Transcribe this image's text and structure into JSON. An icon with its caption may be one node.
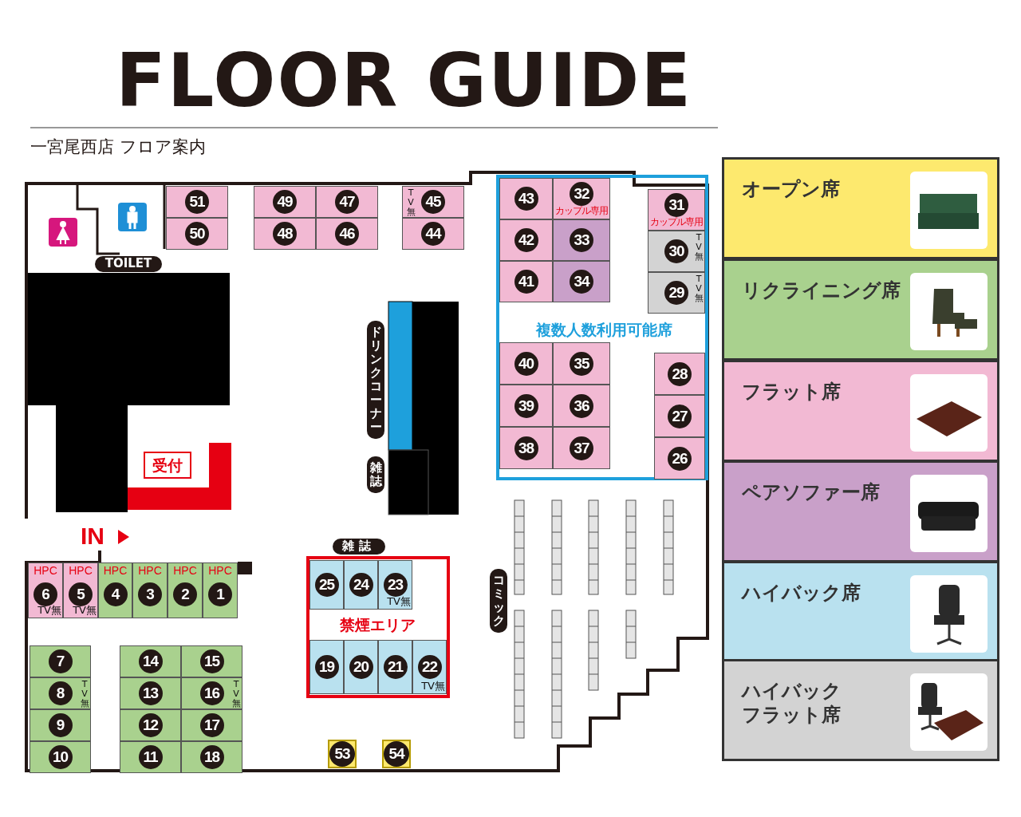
{
  "diagram": {
    "title": "FLOOR GUIDE",
    "nodes": [
      {
        "text": [
          "51"
        ]
      },
      {
        "text": [
          "49"
        ]
      },
      {
        "text": [
          "47"
        ]
      },
      {
        "text": [
          "TV無",
          "45"
        ]
      },
      {
        "text": [
          "50"
        ]
      },
      {
        "text": [
          "48"
        ]
      },
      {
        "text": [
          "46"
        ]
      },
      {
        "text": [
          "44"
        ]
      },
      {
        "text": [
          "複数人数利用可能席"
        ]
      },
      {
        "text": [
          "43"
        ],
        "in": 8
      },
      {
        "text": [
          "32",
          "カップル専用"
        ],
        "in": 8
      },
      {
        "text": [
          "31",
          "カップル専用"
        ],
        "in": 8
      },
      {
        "text": [
          "42"
        ],
        "in": 8
      },
      {
        "text": [
          "33"
        ],
        "in": 8
      },
      {
        "text": [
          "30",
          "TV無"
        ],
        "in": 8
      },
      {
        "text": [
          "41"
        ],
        "in": 8
      },
      {
        "text": [
          "34"
        ],
        "in": 8
      },
      {
        "text": [
          "29",
          "TV無"
        ],
        "in": 8
      },
      {
        "text": [
          "40"
        ],
        "in": 8
      },
      {
        "text": [
          "35"
        ],
        "in": 8
      },
      {
        "text": [
          "28"
        ],
        "in": 8
      },
      {
        "text": [
          "39"
        ],
        "in": 8
      },
      {
        "text": [
          "36"
        ],
        "in": 8
      },
      {
        "text": [
          "27"
        ],
        "in": 8
      },
      {
        "text": [
          "38"
        ],
        "in": 8
      },
      {
        "text": [
          "37"
        ],
        "in": 8
      },
      {
        "text": [
          "26"
        ],
        "in": 8
      },
      {
        "text": [
          "受付"
        ]
      },
      {
        "text": [
          "HPC",
          "6",
          "TV無"
        ]
      },
      {
        "text": [
          "HPC",
          "5",
          "TV無"
        ]
      },
      {
        "text": [
          "HPC",
          "4"
        ]
      },
      {
        "text": [
          "HPC",
          "3"
        ]
      },
      {
        "text": [
          "HPC",
          "2"
        ]
      },
      {
        "text": [
          "HPC",
          "1"
        ]
      },
      {
        "text": [
          "禁煙エリア"
        ]
      },
      {
        "text": [
          "25"
        ],
        "in": 34
      },
      {
        "text": [
          "24"
        ],
        "in": 34
      },
      {
        "text": [
          "23",
          "TV無"
        ],
        "in": 34
      },
      {
        "text": [
          "19"
        ],
        "in": 34
      },
      {
        "text": [
          "20"
        ],
        "in": 34
      },
      {
        "text": [
          "21"
        ],
        "in": 34
      },
      {
        "text": [
          "22",
          "TV無"
        ],
        "in": 34
      },
      {
        "text": [
          "7"
        ]
      },
      {
        "text": [
          "14"
        ]
      },
      {
        "text": [
          "15"
        ]
      },
      {
        "text": [
          "8",
          "TV無"
        ]
      },
      {
        "text": [
          "13"
        ]
      },
      {
        "text": [
          "16",
          "TV無"
        ]
      },
      {
        "text": [
          "9"
        ]
      },
      {
        "text": [
          "12"
        ]
      },
      {
        "text": [
          "17"
        ]
      },
      {
        "text": [
          "10"
        ]
      },
      {
        "text": [
          "11"
        ]
      },
      {
        "text": [
          "18"
        ]
      },
      {
        "text": [
          "53"
        ]
      },
      {
        "text": [
          "54"
        ]
      }
    ],
    "edges": [],
    "labels": [
      "一宮尾西店 フロア案内",
      "TOILET",
      "ドリンクコーナー",
      "雑誌",
      "IN",
      "雑誌",
      "コミック"
    ],
    "legend": [
      {
        "text": "オープン席",
        "color": "#fde96e"
      },
      {
        "text": "リクライニング席",
        "color": "#a9d18e"
      },
      {
        "text": "フラット席",
        "color": "#f2b9d3"
      },
      {
        "text": "ペアソファー席",
        "color": "#c9a0c9"
      },
      {
        "text": "ハイバック席",
        "color": "#b9e1ef"
      },
      {
        "text": "ハイバックフラット席",
        "color": "#d3d3d3"
      }
    ]
  }
}
